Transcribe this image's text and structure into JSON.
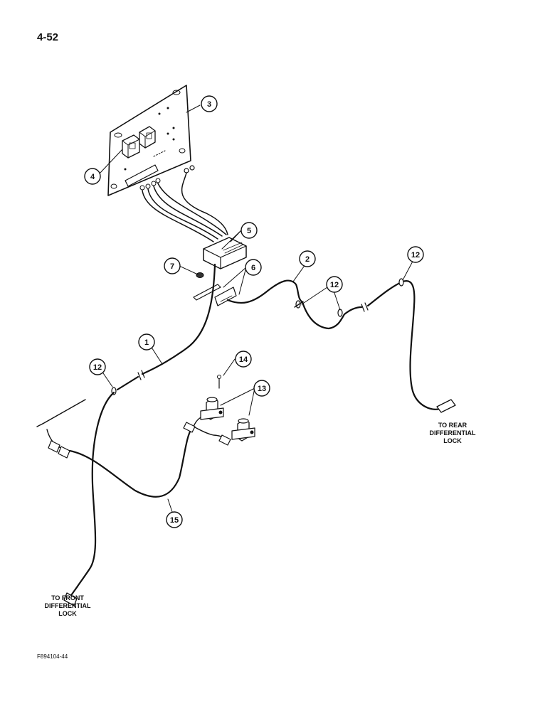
{
  "page": {
    "number": "4-52",
    "figure_code": "F894104-44"
  },
  "callouts": {
    "c1": "1",
    "c2": "2",
    "c3": "3",
    "c4": "4",
    "c5": "5",
    "c6": "6",
    "c7": "7",
    "c12a": "12",
    "c12b": "12",
    "c12c": "12",
    "c13": "13",
    "c14": "14",
    "c15": "15"
  },
  "labels": {
    "front": [
      "TO FRONT",
      "DIFFERENTIAL",
      "LOCK"
    ],
    "rear": [
      "TO REAR",
      "DIFFERENTIAL",
      "LOCK"
    ]
  }
}
